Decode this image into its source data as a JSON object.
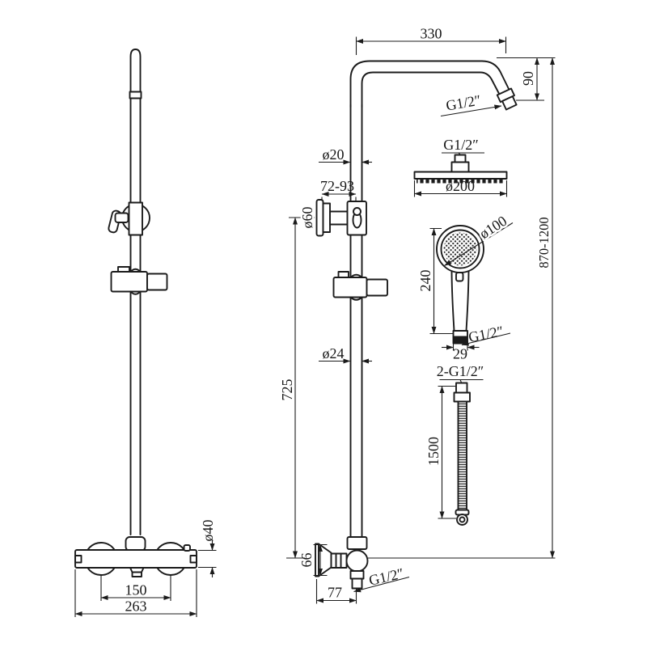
{
  "document": {
    "kind": "technical dimension drawing",
    "subject": "thermostatic shower column with riser rail, rain head, hand shower and hose",
    "background_color": "#ffffff",
    "line_color": "#1b1b1b",
    "views": [
      "product side view (left)",
      "dimensioned line diagram (right)"
    ]
  },
  "labels": {
    "arm_length": "330",
    "arm_drop": "90",
    "arm_thread": "G1/2″",
    "head_thread": "G1/2″",
    "head_diameter": "ø200",
    "pipe_upper_diameter": "ø20",
    "bracket_reach": "72-93",
    "bracket_flange_diameter": "ø60",
    "handset_diameter": "ø100",
    "handset_length": "240",
    "height_range": "870-1200",
    "handset_thread": "G1/2″",
    "handset_neck_width": "29",
    "hose_thread": "2-G1/2″",
    "hose_length": "1500",
    "pipe_lower_diameter": "ø24",
    "pipe_section_length": "725",
    "foot_flange_diameter": "66",
    "foot_reach": "77",
    "foot_thread": "G1/2″",
    "valve_body_diameter": "ø40",
    "valve_inlet_centres": "150",
    "valve_overall_width": "263"
  }
}
